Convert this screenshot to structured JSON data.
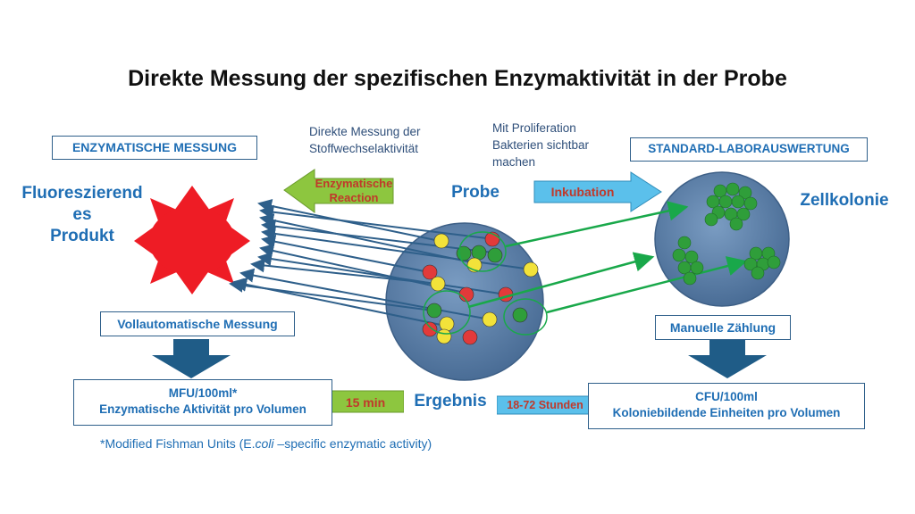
{
  "title": "Direkte Messung der spezifischen Enzymaktivität in der Probe",
  "labels": {
    "enzymatic_header": "ENZYMATISCHE MESSUNG",
    "standard_header": "STANDARD-LABORAUSWERTUNG",
    "fluor_product": [
      "Fluoreszierendes",
      "Produkt"
    ],
    "probe": "Probe",
    "zellkolonie": "Zellkolonie",
    "ergebnis": "Ergebnis",
    "direct_note": [
      "Direkte Messung der",
      "Stoffwechselaktivität"
    ],
    "prolif_note": [
      "Mit Proliferation",
      "Bakterien sichtbar",
      "machen"
    ],
    "vollauto": "Vollautomatische Messung",
    "manuelle": "Manuelle Zählung",
    "mfu_line1": "MFU/100ml*",
    "mfu_line2": "Enzymatische Aktivität pro Volumen",
    "cfu_line1": "CFU/100ml",
    "cfu_line2": "Koloniebildende Einheiten pro Volumen",
    "footnote_pre": "*Modified Fishman Units (E.",
    "footnote_italic": "coli",
    "footnote_post": " –specific enzymatic activity)"
  },
  "arrows": {
    "enzymatic_reaction": [
      "Enzymatische",
      "Reaction"
    ],
    "inkubation": "Inkubation",
    "fifteen_min": "15 min",
    "hours": "18-72 Stunden"
  },
  "colors": {
    "blue_text": "#1f6eb4",
    "green_arrow": "#8dc63f",
    "light_blue_arrow": "#5bc0eb",
    "red_text": "#c0392b",
    "sun": "#ee1c25",
    "circle": "#5a7fa8",
    "dark_down_arrow": "#1f5c87",
    "green_line": "#19a84a"
  }
}
